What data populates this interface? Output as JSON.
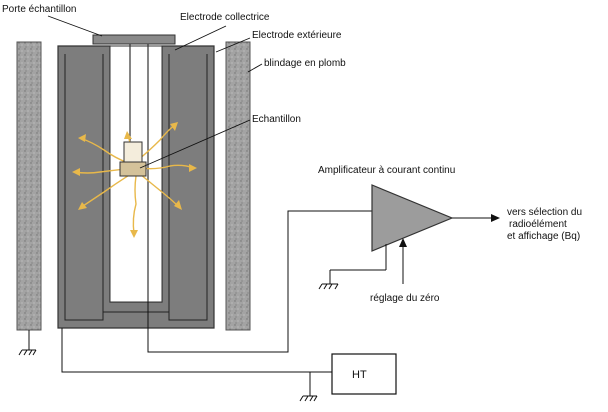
{
  "labels": {
    "porte_echantillon": "Porte échantillon",
    "electrode_collectrice": "Electrode collectrice",
    "electrode_exterieure": "Electrode extérieure",
    "blindage": "blindage en plomb",
    "echantillon": "Echantillon",
    "amplificateur": "Amplificateur à courant continu",
    "sortie_line1": "vers sélection du",
    "sortie_line2": "radioélément",
    "sortie_line3": "et affichage (Bq)",
    "reglage": "réglage du zéro",
    "ht": "HT"
  },
  "colors": {
    "lead_shield": "#9a9a9a",
    "electrode": "#7d7d7d",
    "radiation": "#e8b84a",
    "lines": "#111111"
  }
}
